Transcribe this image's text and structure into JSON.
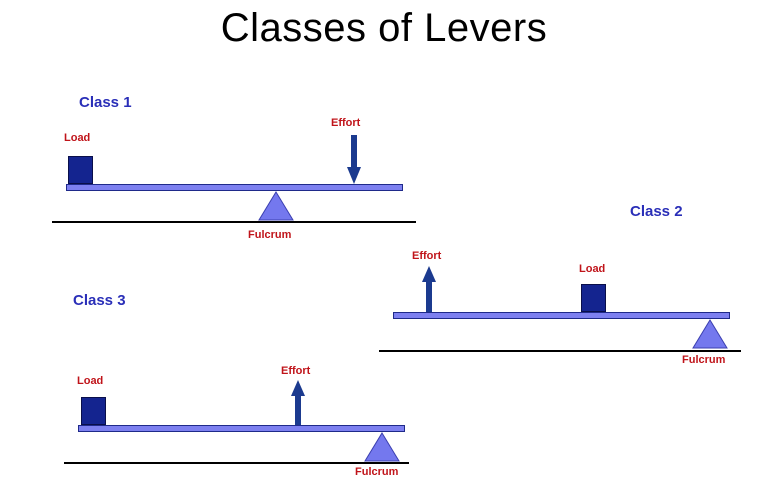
{
  "title": "Classes of Levers",
  "colors": {
    "label_blue": "#2a2fb8",
    "tag_red": "#c0141a",
    "beam": "#7d80f0",
    "load": "#14248f",
    "fulcrum": "#7478ee",
    "arrow": "#1b3a8f"
  },
  "icons": {
    "load": "square-block-icon",
    "fulcrum": "triangle-icon",
    "effort_down": "arrow-down-icon",
    "effort_up": "arrow-up-icon"
  },
  "levers": [
    {
      "class_label": "Class 1",
      "load_label": "Load",
      "effort_label": "Effort",
      "fulcrum_label": "Fulcrum",
      "effort_direction": "down"
    },
    {
      "class_label": "Class 2",
      "load_label": "Load",
      "effort_label": "Effort",
      "fulcrum_label": "Fulcrum",
      "effort_direction": "up"
    },
    {
      "class_label": "Class 3",
      "load_label": "Load",
      "effort_label": "Effort",
      "fulcrum_label": "Fulcrum",
      "effort_direction": "up"
    }
  ]
}
